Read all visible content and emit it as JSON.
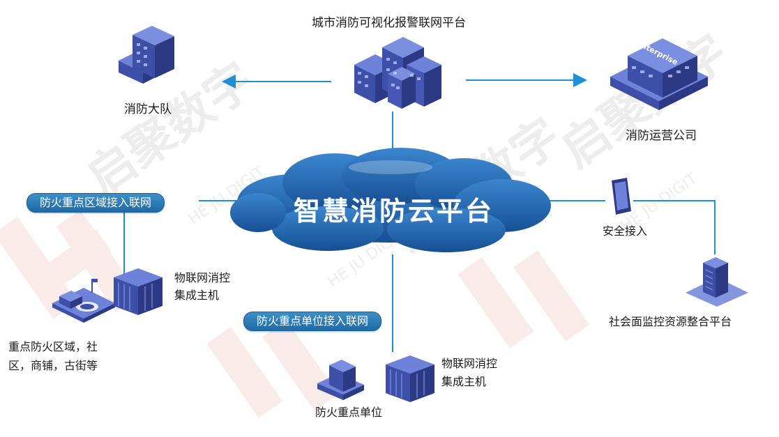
{
  "center": {
    "title": "智慧消防云平台"
  },
  "nodes": {
    "city_platform": "城市消防可视化报警联网平台",
    "fire_brigade": "消防大队",
    "operator": "消防运营公司",
    "operator_sign": "Enterprise",
    "secure_access": "安全接入",
    "social_platform": "社会面监控资源整合平台",
    "iot_host_left_1": "物联网消控",
    "iot_host_left_2": "集成主机",
    "iot_host_bottom_1": "物联网消控",
    "iot_host_bottom_2": "集成主机",
    "area_desc_1": "重点防火区域，社",
    "area_desc_2": "区，商铺，古街等",
    "key_unit": "防火重点单位"
  },
  "pills": {
    "area_access": "防火重点区域接入联网",
    "unit_access": "防火重点单位接入联网"
  },
  "watermark": {
    "cn": "启聚数字",
    "en": "HE JU DIGIT"
  },
  "colors": {
    "line": "#1d8fd6",
    "building_top": "#6d82d8",
    "building_front": "#3e4fa8",
    "building_side": "#2c3a86",
    "cloud": "#1f5ea8",
    "cloud_light": "#3a7fc8"
  }
}
